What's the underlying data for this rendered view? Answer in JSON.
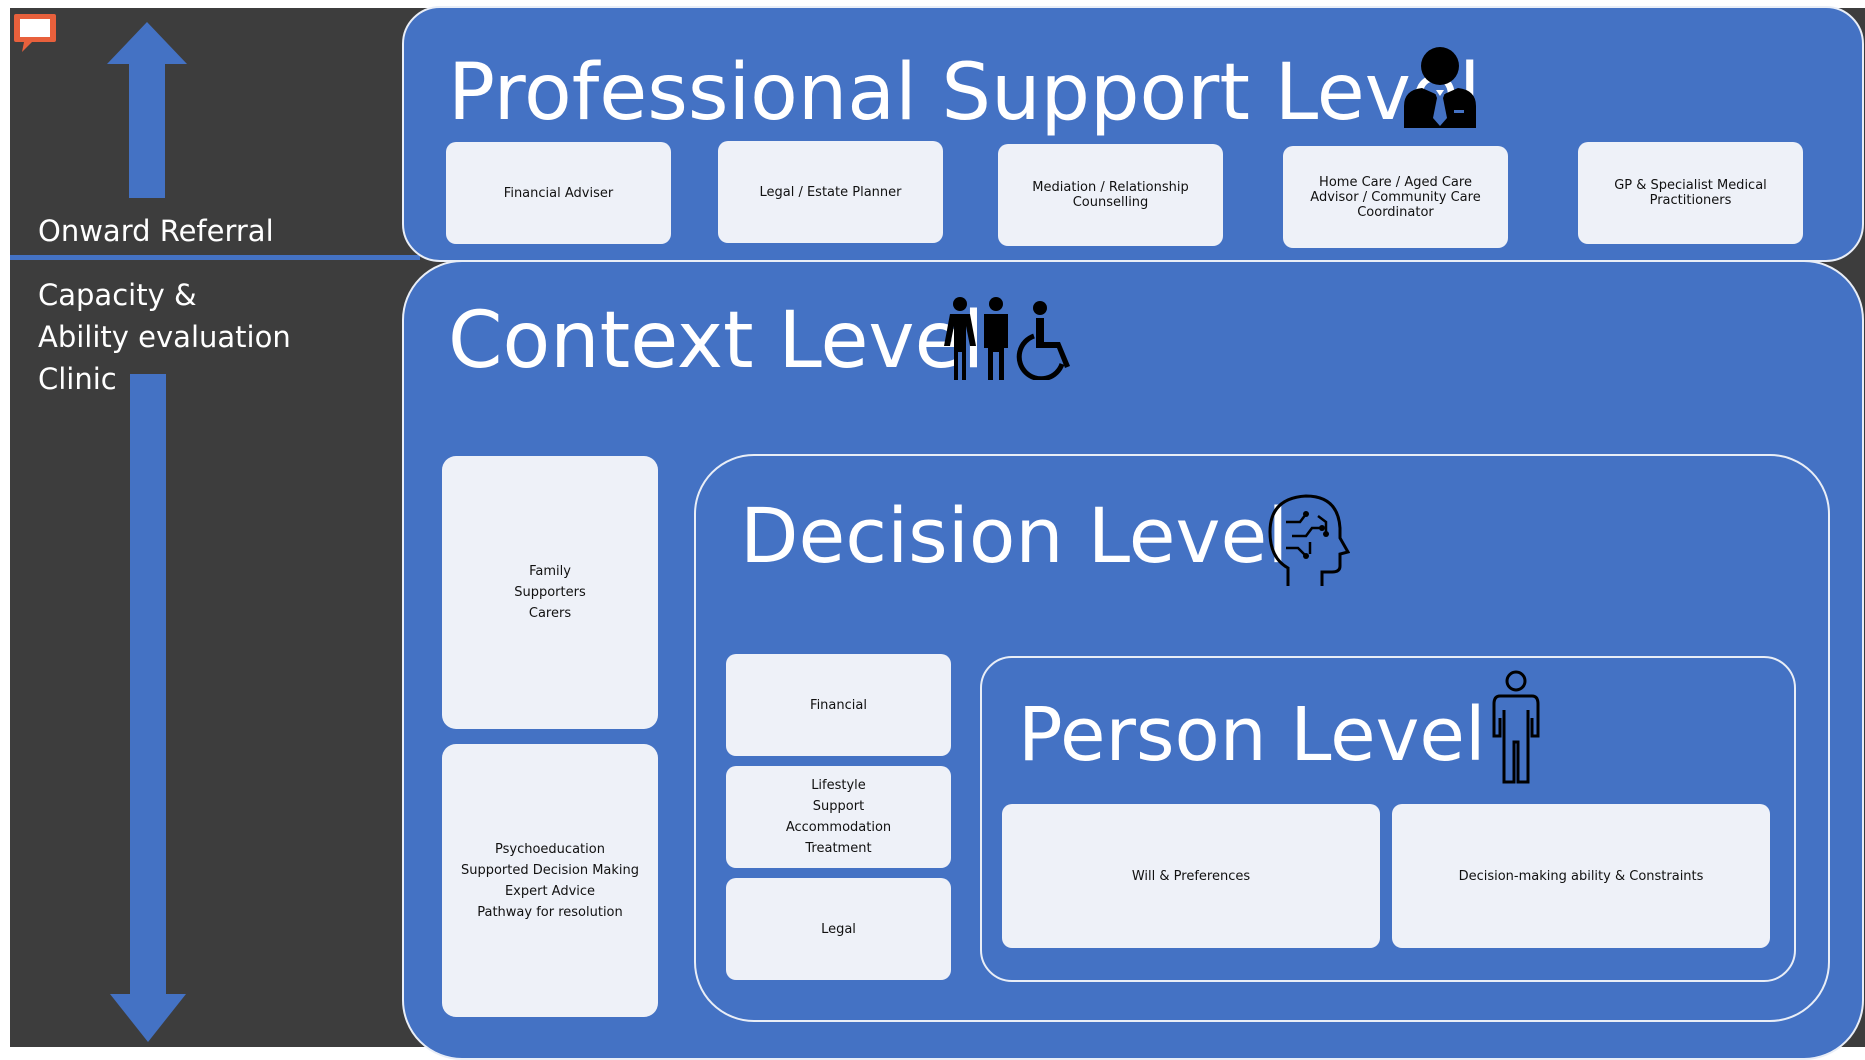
{
  "colors": {
    "background": "#3d3d3d",
    "panel": "#4472c4",
    "panel_border": "#e9eef7",
    "box": "#eef1f8",
    "arrow": "#4472c4",
    "comment_icon": "#e8603c"
  },
  "sidebar": {
    "onward_referral": "Onward Referral",
    "clinic_lines": [
      "Capacity &",
      "Ability evaluation",
      "Clinic"
    ]
  },
  "professional": {
    "title": "Professional Support Level",
    "icon": "businessman-icon",
    "boxes": [
      {
        "label": "Financial Adviser"
      },
      {
        "label": "Legal / Estate Planner"
      },
      {
        "label": "Mediation / Relationship Counselling"
      },
      {
        "label": "Home Care / Aged Care Advisor / Community Care Coordinator"
      },
      {
        "label": "GP & Specialist Medical Practitioners"
      }
    ]
  },
  "context": {
    "title": "Context Level",
    "icon": "people-wheelchair-icon",
    "family_box": [
      "Family",
      "Supporters",
      "Carers"
    ],
    "support_box": [
      "Psychoeducation",
      "Supported Decision Making",
      "Expert Advice",
      "Pathway for resolution"
    ]
  },
  "decision": {
    "title": "Decision Level",
    "icon": "brain-head-icon",
    "financial": "Financial",
    "lifestyle_box": [
      "Lifestyle",
      "Support",
      "Accommodation",
      "Treatment"
    ],
    "legal": "Legal"
  },
  "person": {
    "title": "Person Level",
    "icon": "person-outline-icon",
    "will": "Will & Preferences",
    "ability": "Decision-making ability & Constraints"
  }
}
